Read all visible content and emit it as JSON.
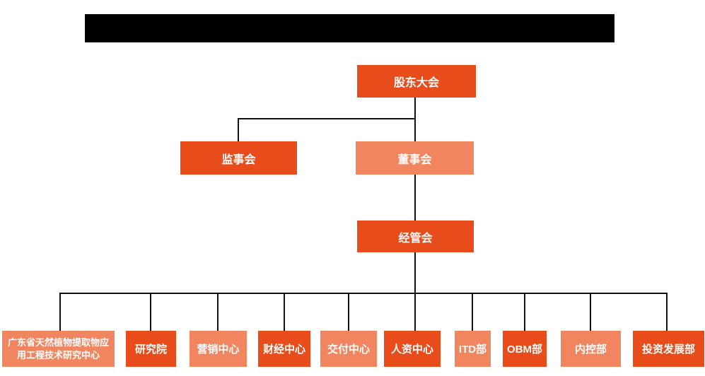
{
  "colors": {
    "primary_node": "#E94C1B",
    "secondary_node": "#F08560",
    "connector_line": "#111111",
    "node_text": "#FFFFFF",
    "redaction_bar": "#000000",
    "background": "#FFFFFF"
  },
  "org_chart": {
    "type": "org-tree",
    "title_bar_redacted": true,
    "nodes": [
      {
        "id": "shareholders-meeting",
        "label": "股东大会",
        "level": 1,
        "variant": "primary",
        "parent": null
      },
      {
        "id": "supervisory-board",
        "label": "监事会",
        "level": 2,
        "variant": "primary",
        "parent": "shareholders-meeting"
      },
      {
        "id": "board-of-directors",
        "label": "董事会",
        "level": 2,
        "variant": "secondary",
        "parent": "shareholders-meeting"
      },
      {
        "id": "management-committee",
        "label": "经管会",
        "level": 3,
        "variant": "primary",
        "parent": "board-of-directors"
      },
      {
        "id": "gd-plant-extract-research-center",
        "label": "广东省天然植物提取物应用工程技术研究中心",
        "level": 4,
        "variant": "secondary",
        "parent": "management-committee"
      },
      {
        "id": "research-institute",
        "label": "研究院",
        "level": 4,
        "variant": "primary",
        "parent": "management-committee"
      },
      {
        "id": "marketing-center",
        "label": "营销中心",
        "level": 4,
        "variant": "secondary",
        "parent": "management-committee"
      },
      {
        "id": "finance-center",
        "label": "财经中心",
        "level": 4,
        "variant": "primary",
        "parent": "management-committee"
      },
      {
        "id": "delivery-center",
        "label": "交付中心",
        "level": 4,
        "variant": "secondary",
        "parent": "management-committee"
      },
      {
        "id": "hr-center",
        "label": "人资中心",
        "level": 4,
        "variant": "primary",
        "parent": "management-committee"
      },
      {
        "id": "itd-department",
        "label": "ITD部",
        "level": 4,
        "variant": "secondary",
        "parent": "management-committee"
      },
      {
        "id": "obm-department",
        "label": "OBM部",
        "level": 4,
        "variant": "primary",
        "parent": "management-committee"
      },
      {
        "id": "internal-control-department",
        "label": "内控部",
        "level": 4,
        "variant": "secondary",
        "parent": "management-committee"
      },
      {
        "id": "investment-development-department",
        "label": "投资发展部",
        "level": 4,
        "variant": "primary",
        "parent": "management-committee"
      }
    ]
  }
}
